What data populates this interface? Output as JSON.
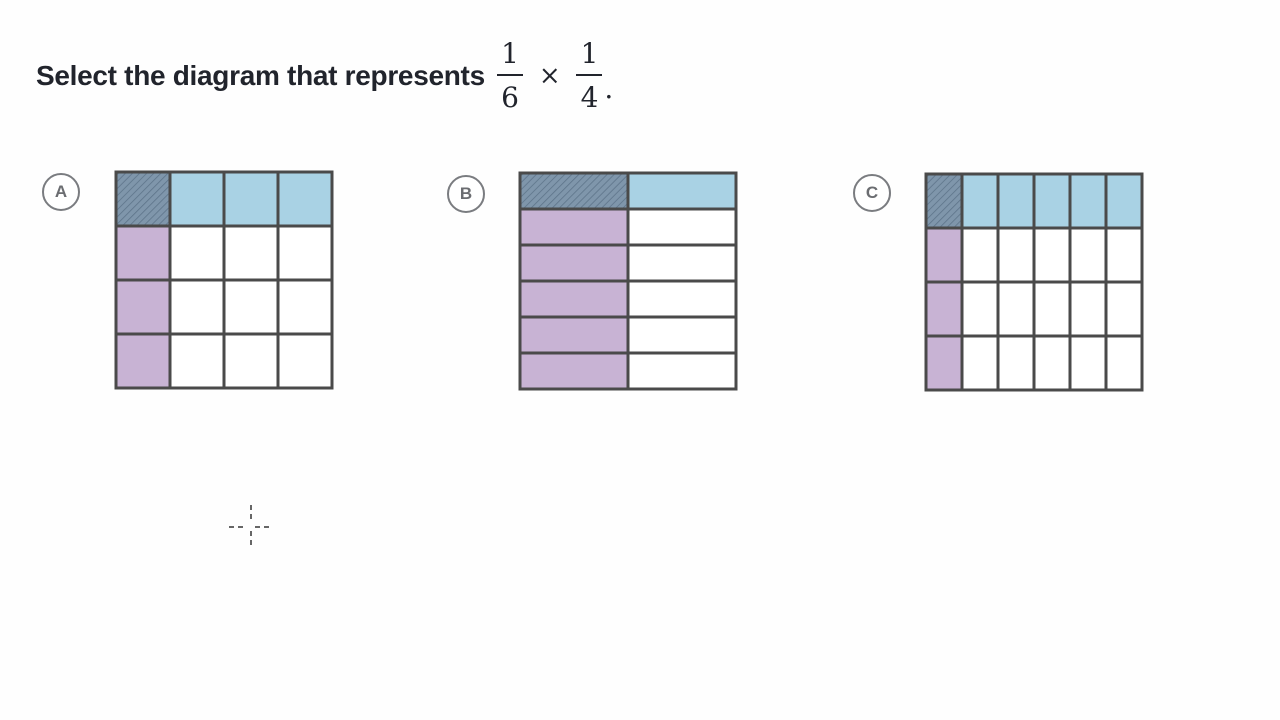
{
  "question": {
    "prefix": "Select the diagram that represents",
    "frac1": {
      "numerator": "1",
      "denominator": "6"
    },
    "operator": "×",
    "frac2": {
      "numerator": "1",
      "denominator": "4"
    },
    "suffix": "."
  },
  "colors": {
    "overlap": "#7f96ab",
    "row_highlight": "#a9d2e4",
    "col_highlight": "#c8b3d4",
    "cell": "#ffffff",
    "line": "#4a4a4a"
  },
  "choices": [
    {
      "label": "A",
      "rows": 4,
      "cols": 4
    },
    {
      "label": "B",
      "rows": 6,
      "cols": 2
    },
    {
      "label": "C",
      "rows": 4,
      "cols": 6
    }
  ]
}
